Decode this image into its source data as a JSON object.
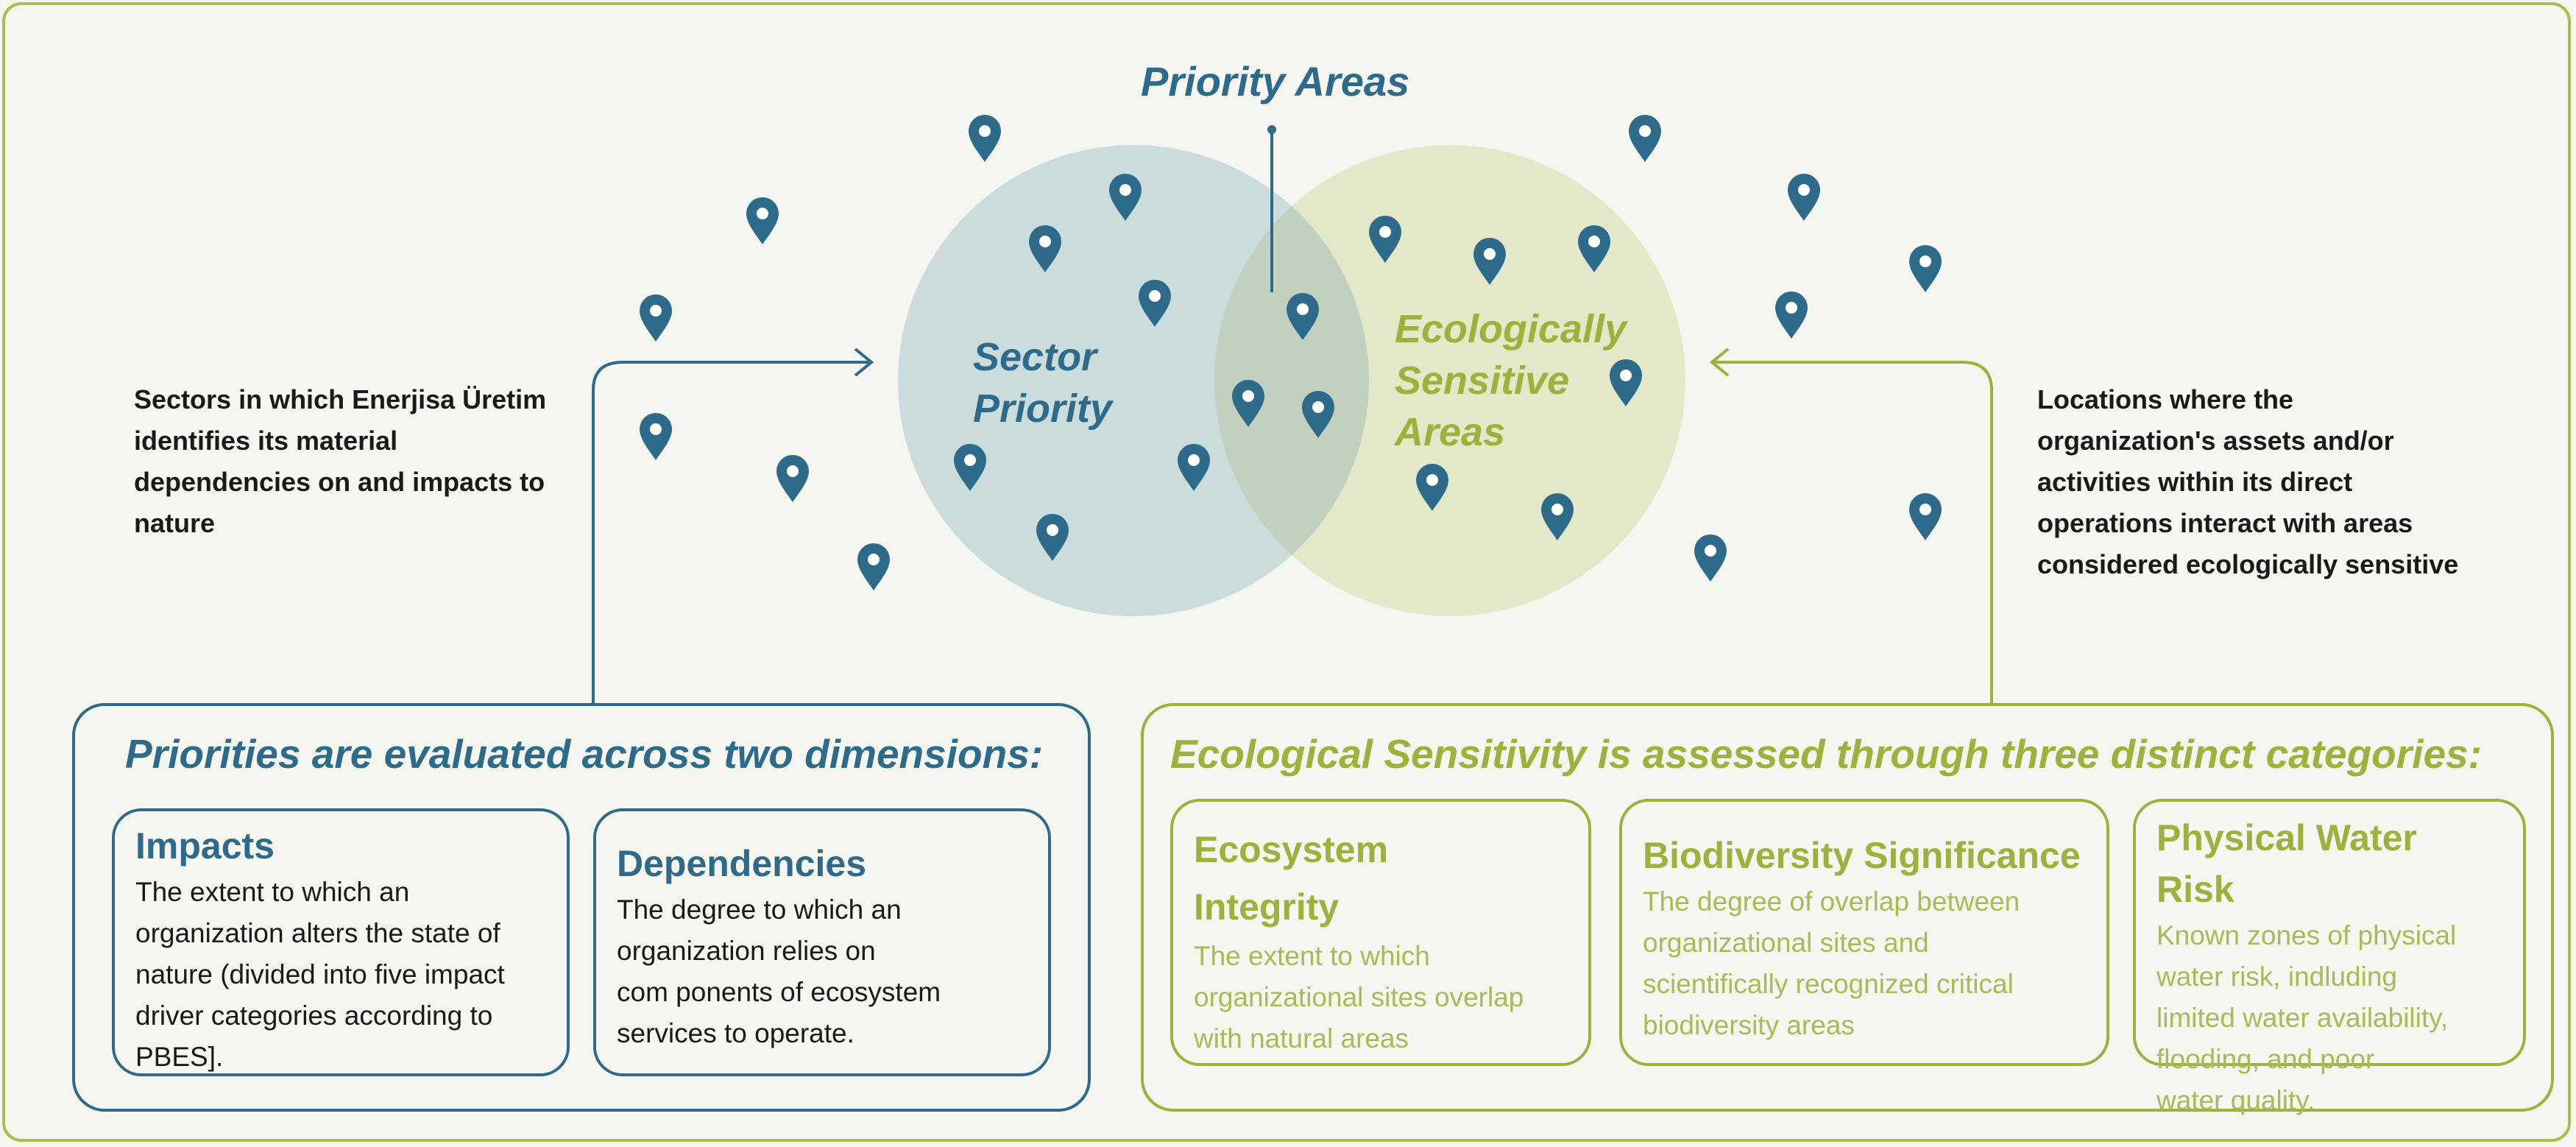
{
  "diagram": {
    "top_label": "Priority Areas",
    "left_circle_label": [
      "Sector",
      "Priority"
    ],
    "right_circle_label": [
      "Ecologically",
      "Sensitive",
      "Areas"
    ],
    "left_text": "Sectors in which Enerjisa Üretim identifies its material dependencies on and impacts to nature",
    "right_text": "Locations where the organization's assets and/or activities within its direct operations interact with areas considered ecologically sensitive",
    "pin_icon": "location-pin-icon"
  },
  "left_panel": {
    "title": "Priorities are evaluated across two dimensions:",
    "cards": [
      {
        "title": "Impacts",
        "lines": [
          "The extent to which an",
          "organization alters the state of",
          "nature (divided into five impact",
          "driver categories according to",
          "PBES]."
        ]
      },
      {
        "title": "Dependencies",
        "lines": [
          "The degree to which an",
          "organization relies on",
          "com ponents of ecosystem",
          "services to operate."
        ]
      }
    ]
  },
  "right_panel": {
    "title": "Ecological Sensitivity is assessed through three distinct categories:",
    "cards": [
      {
        "title_lines": [
          "Ecosystem",
          "Integrity"
        ],
        "lines": [
          "The extent to which",
          "organizational sites overlap",
          "with natural areas"
        ]
      },
      {
        "title_lines": [
          "Biodiversity Significance"
        ],
        "lines": [
          "The degree of overlap between",
          "organizational sites and",
          "scientifically recognized critical",
          "biodiversity areas"
        ]
      },
      {
        "title_lines": [
          "Physical Water Risk"
        ],
        "lines": [
          "Known zones of physical",
          "water risk, indluding",
          "limited water availability,",
          "flooding, and poor",
          "water quality."
        ]
      }
    ]
  },
  "colors": {
    "blue": "#2e6b8a",
    "green": "#9cb23d",
    "left_circle_fill": "#cbdcdc",
    "right_circle_fill": "#e2e8c8",
    "overlap_fill": "#c2d0c0",
    "background": "#f5f6ef"
  }
}
